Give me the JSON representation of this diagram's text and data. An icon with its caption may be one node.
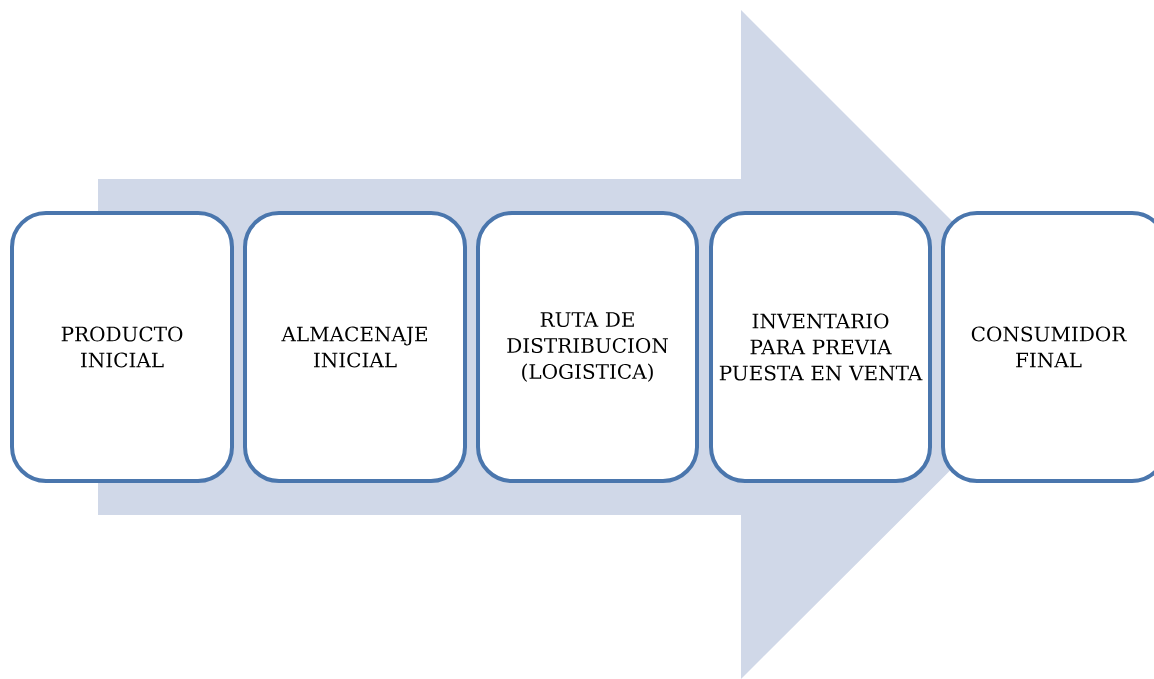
{
  "diagram": {
    "nodes": [
      {
        "text": [
          "PRODUCTO INICIAL"
        ]
      },
      {
        "text": [
          "ALMACENAJE INICIAL"
        ]
      },
      {
        "text": [
          "RUTA DE DISTRIBUCION (LOGISTICA)"
        ]
      },
      {
        "text": [
          "INVENTARIO PARA PREVIA PUESTA EN VENTA"
        ]
      },
      {
        "text": [
          "CONSUMIDOR FINAL"
        ]
      }
    ],
    "edges": [
      {
        "from": 0,
        "to": 4,
        "arrow": "to"
      }
    ]
  }
}
